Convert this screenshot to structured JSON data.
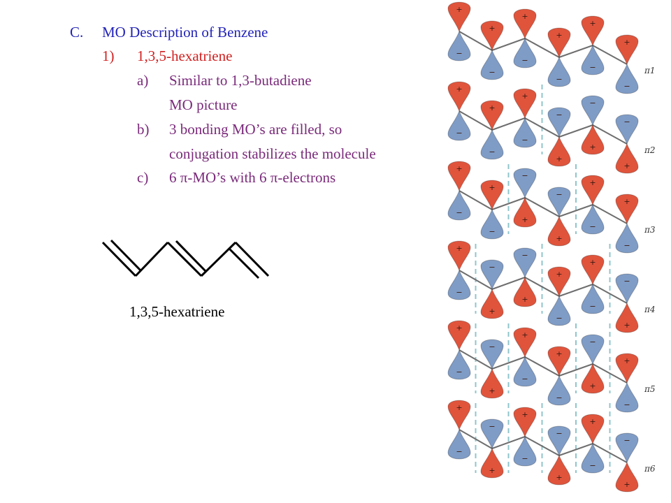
{
  "outline": {
    "c_marker": "C.",
    "c_text": "MO Description of Benzene",
    "one_marker": "1)",
    "one_text": "1,3,5-hexatriene",
    "a_marker": "a)",
    "a_text_1": "Similar to 1,3-butadiene",
    "a_text_2": "MO picture",
    "b_marker": "b)",
    "b_text_1": "3 bonding MO’s are filled, so",
    "b_text_2": "conjugation stabilizes the molecule",
    "c2_marker": "c)",
    "c2_text": "6 π-MO’s with 6 π-electrons"
  },
  "molecule": {
    "caption": "1,3,5-hexatriene"
  },
  "mo_diagram": {
    "levels": [
      {
        "label": "π6",
        "signs": [
          "+",
          "-",
          "+",
          "-",
          "+",
          "-"
        ]
      },
      {
        "label": "π5",
        "signs": [
          "+",
          "-",
          "+",
          "+",
          "-",
          "+"
        ]
      },
      {
        "label": "π4",
        "signs": [
          "+",
          "-",
          "-",
          "+",
          "+",
          "-"
        ]
      },
      {
        "label": "π3",
        "signs": [
          "+",
          "+",
          "-",
          "-",
          "+",
          "+"
        ]
      },
      {
        "label": "π2",
        "signs": [
          "+",
          "+",
          "+",
          "-",
          "-",
          "-"
        ]
      },
      {
        "label": "π1",
        "signs": [
          "+",
          "+",
          "+",
          "+",
          "+",
          "+"
        ]
      }
    ],
    "colors": {
      "positive_lobe": "#e0543c",
      "negative_lobe": "#7f9cc6",
      "bond_line": "#6e6e6e",
      "node_line": "#8fc5cc"
    }
  }
}
